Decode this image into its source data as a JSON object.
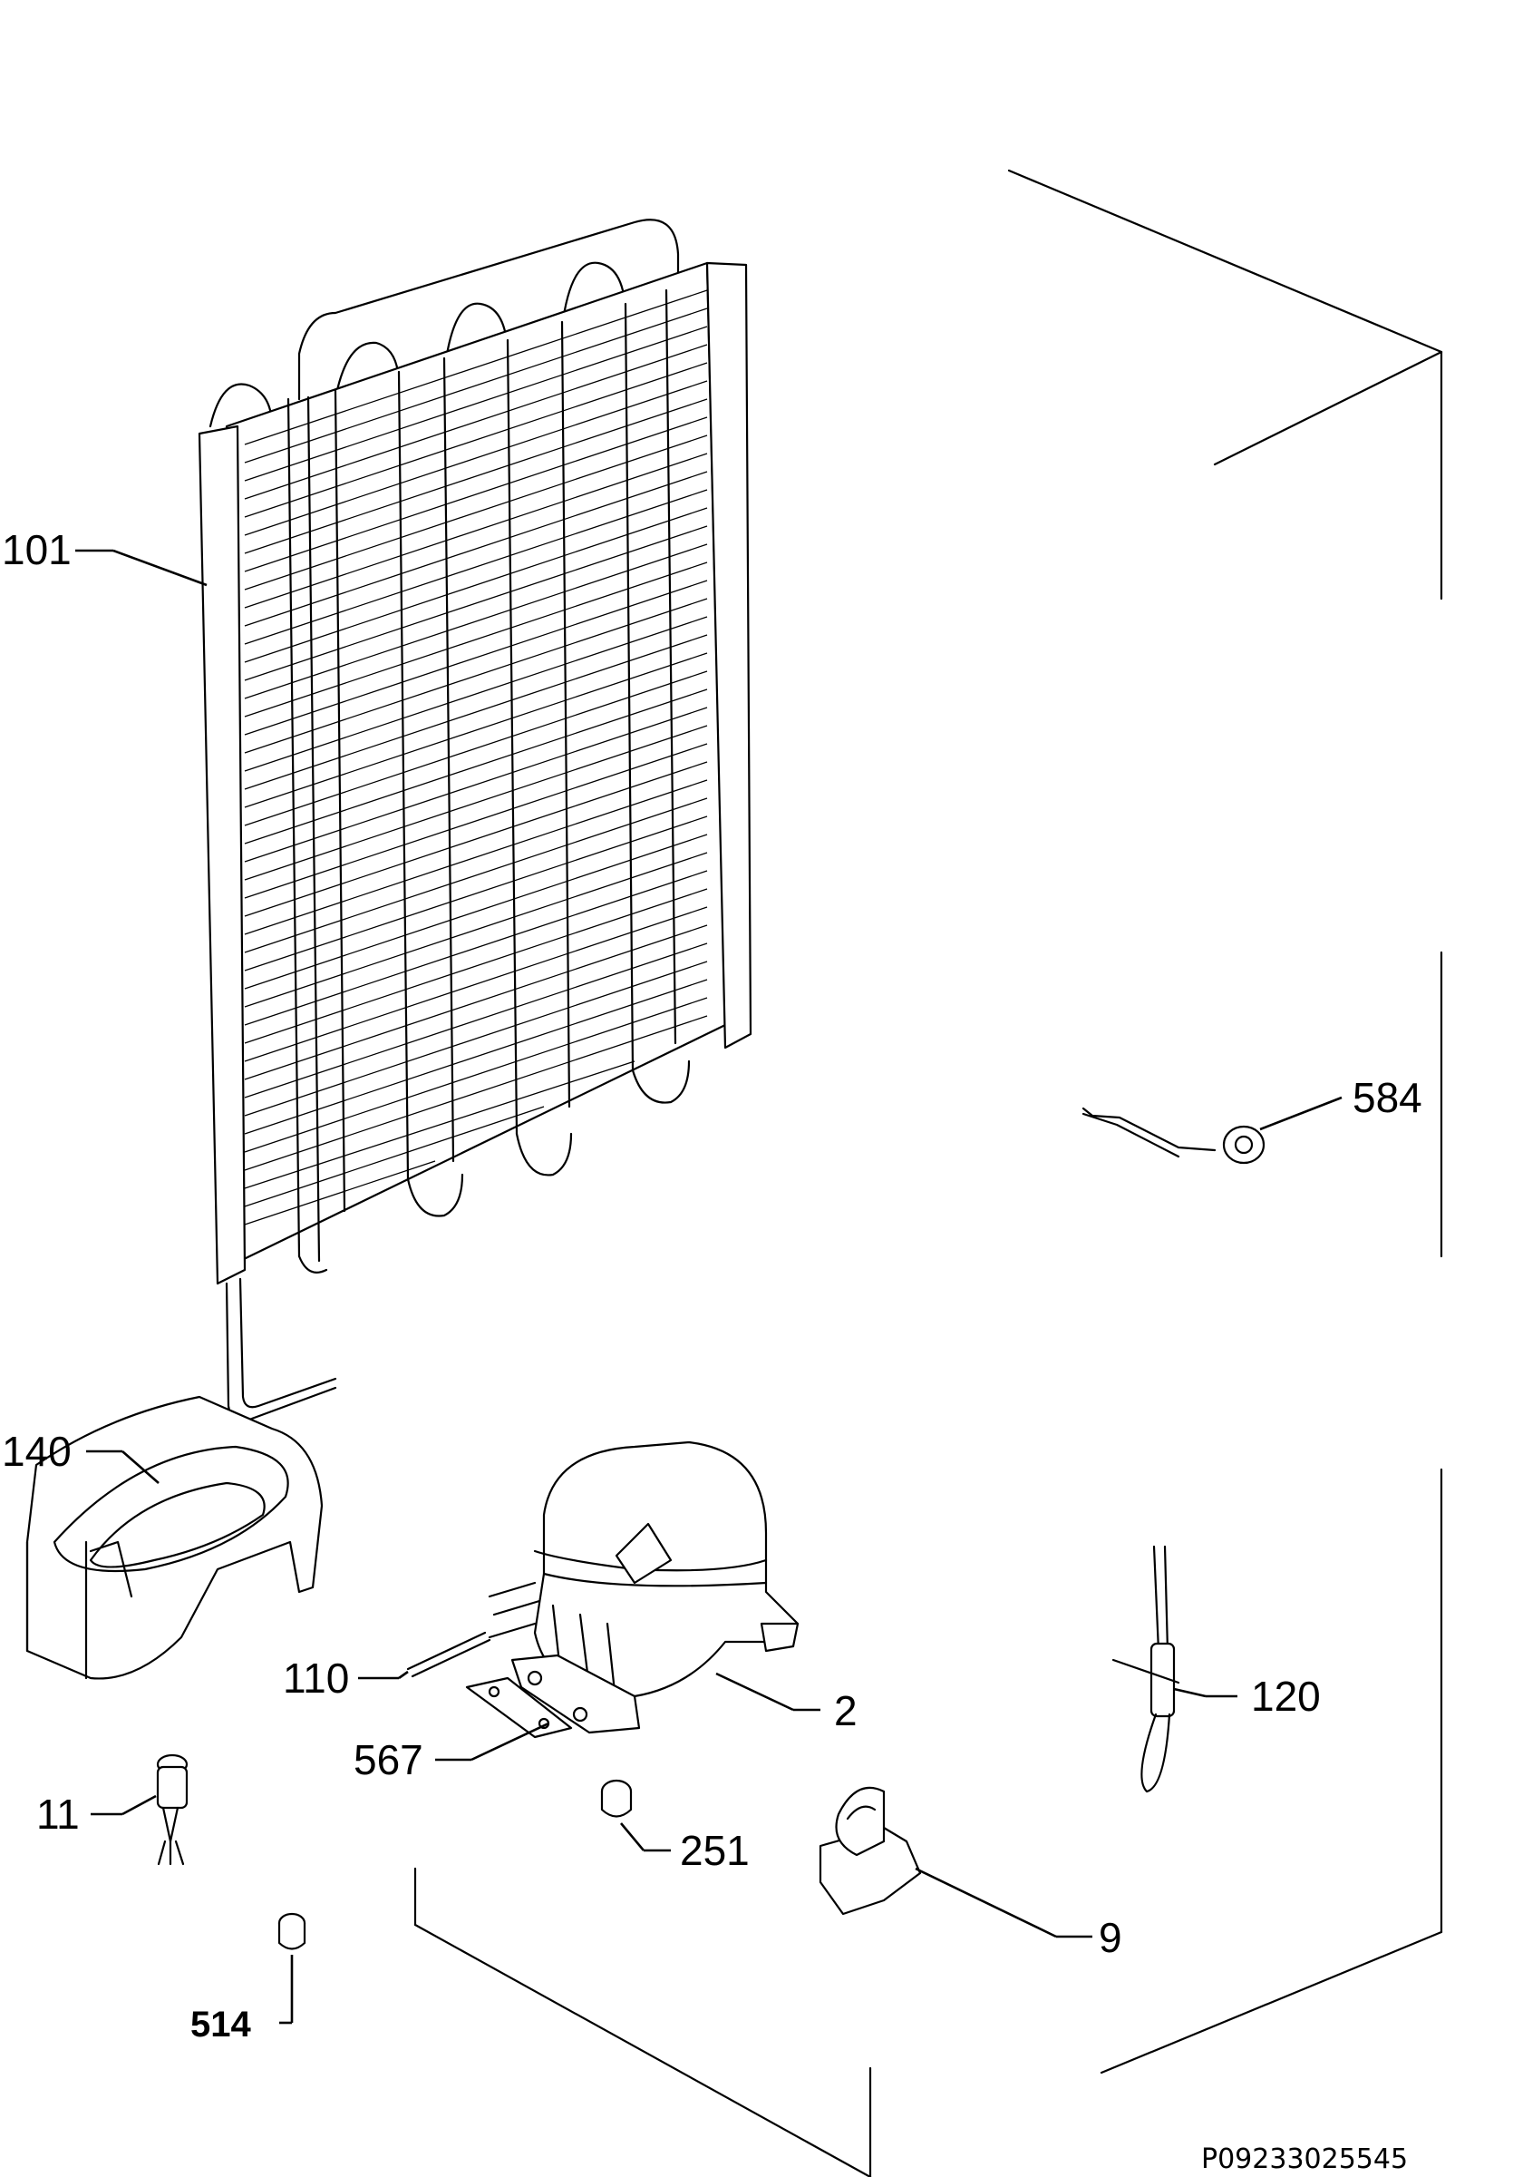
{
  "callouts": {
    "c101": "101",
    "c584": "584",
    "c140": "140",
    "c110": "110",
    "c2": "2",
    "c120": "120",
    "c567": "567",
    "c11": "11",
    "c251": "251",
    "c9": "9",
    "c514": "514"
  },
  "drawing_code": "P09233025545",
  "parts_icons": [
    "condenser-icon",
    "compressor-icon",
    "drip-tray-icon",
    "relay-icon",
    "connector-cable-icon",
    "pressure-switch-icon",
    "grommet-icon",
    "clamp-icon",
    "pipe-icon",
    "plate-icon",
    "valve-icon"
  ]
}
